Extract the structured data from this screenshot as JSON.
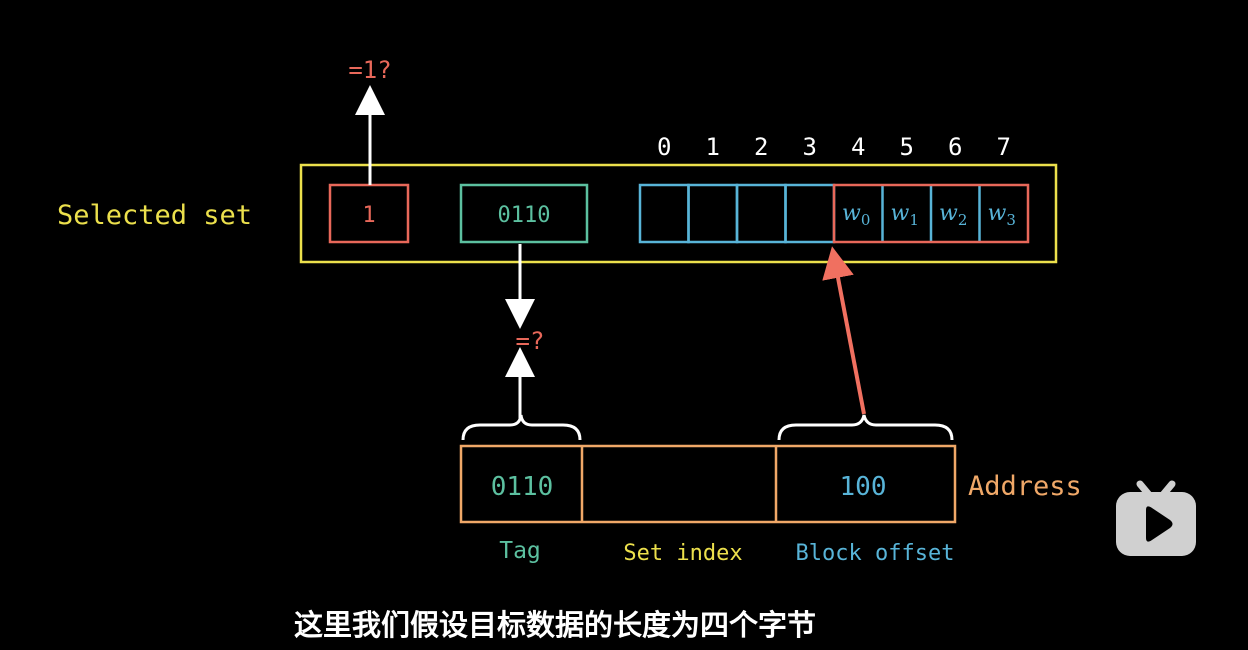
{
  "labels": {
    "selected_set": "Selected set",
    "valid_check": "=1?",
    "tag_check": "=?",
    "address": "Address",
    "tag": "Tag",
    "set_index": "Set index",
    "block_offset": "Block offset"
  },
  "selected_set": {
    "valid_bit": "1",
    "tag": "0110",
    "byte_indices": [
      "0",
      "1",
      "2",
      "3",
      "4",
      "5",
      "6",
      "7"
    ],
    "words": [
      {
        "w": "w",
        "i": "0"
      },
      {
        "w": "w",
        "i": "1"
      },
      {
        "w": "w",
        "i": "2"
      },
      {
        "w": "w",
        "i": "3"
      }
    ]
  },
  "address": {
    "tag": "0110",
    "set_index": "",
    "block_offset": "100"
  },
  "subtitle": "这里我们假设目标数据的长度为四个字节",
  "colors": {
    "yellow": "#ece04c",
    "red": "#e8685a",
    "teal": "#5cc0a0",
    "blue": "#58b4d8",
    "orange": "#f0a868",
    "white": "#ffffff"
  }
}
